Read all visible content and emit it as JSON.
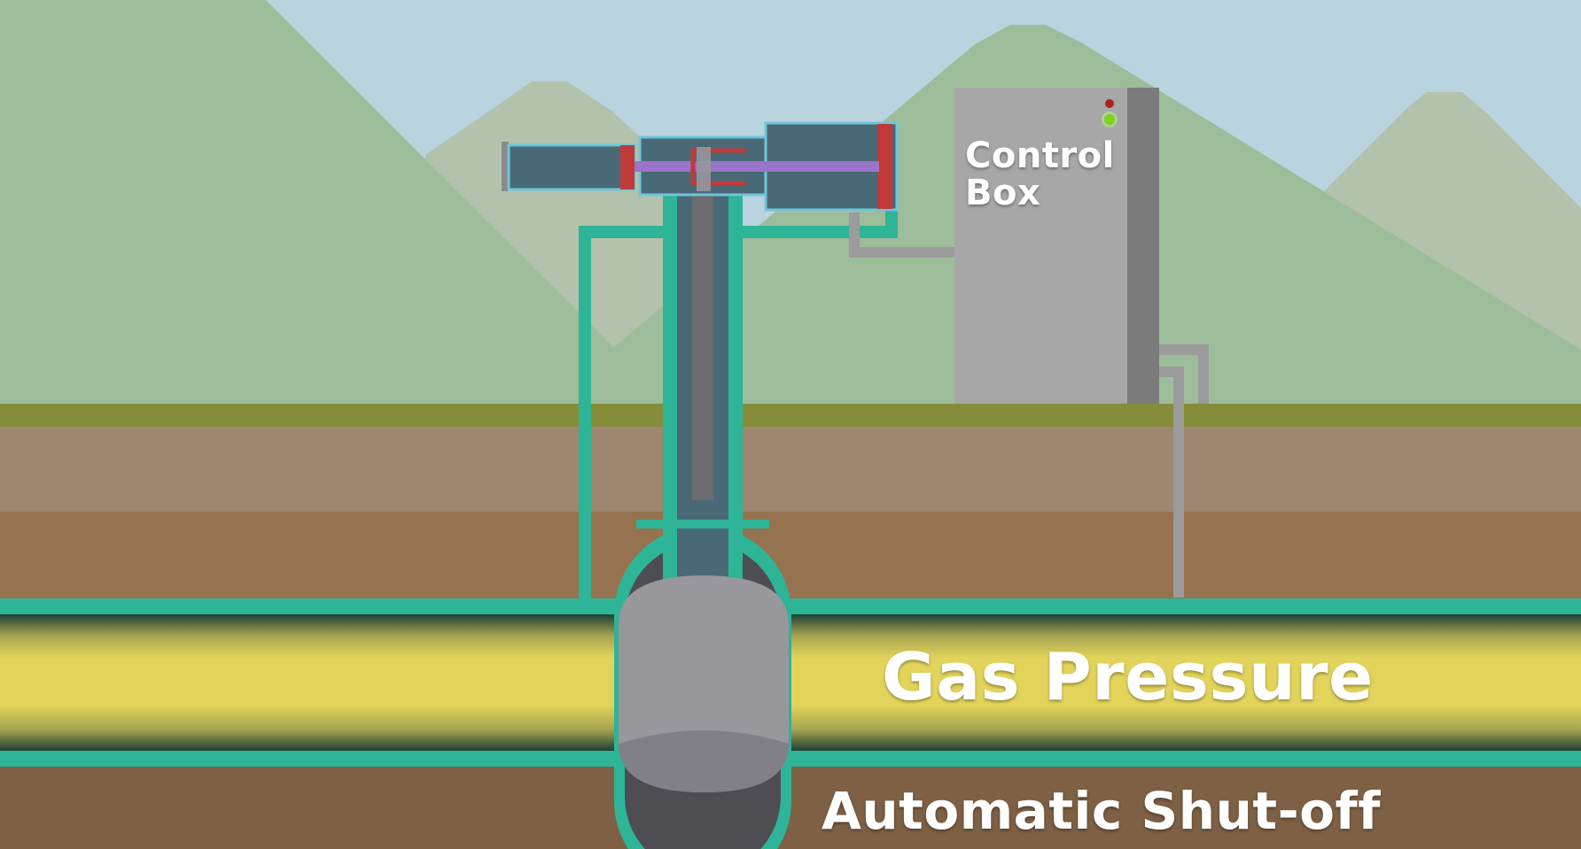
{
  "diagram": {
    "labels": {
      "control_box": "Control\nBox",
      "gas_pressure": "Gas Pressure",
      "automatic_shutoff": "Automatic Shut-off"
    },
    "colors": {
      "sky": "#b9d3df",
      "mountain_front": "#9dbd9a",
      "mountain_back": "#b3c2ac",
      "grass": "#858d3b",
      "soil_upper": "#9e8670",
      "soil_lower": "#95734f",
      "soil_bottom": "#7e6044",
      "pipe_wall": "#2eb496",
      "gas": "#e1d35a",
      "actuator": "#4a6977",
      "actuator_outline": "#6ec6d8",
      "piston_red": "#c03a3a",
      "rod_purple": "#9a74c8",
      "valve_gray": "#98979c",
      "control_box": "#a7a7a7",
      "control_box_side": "#7b7b7b",
      "led_red": "#b02020",
      "led_green": "#7ed321",
      "tubing_gray": "#9b9b9b"
    }
  }
}
